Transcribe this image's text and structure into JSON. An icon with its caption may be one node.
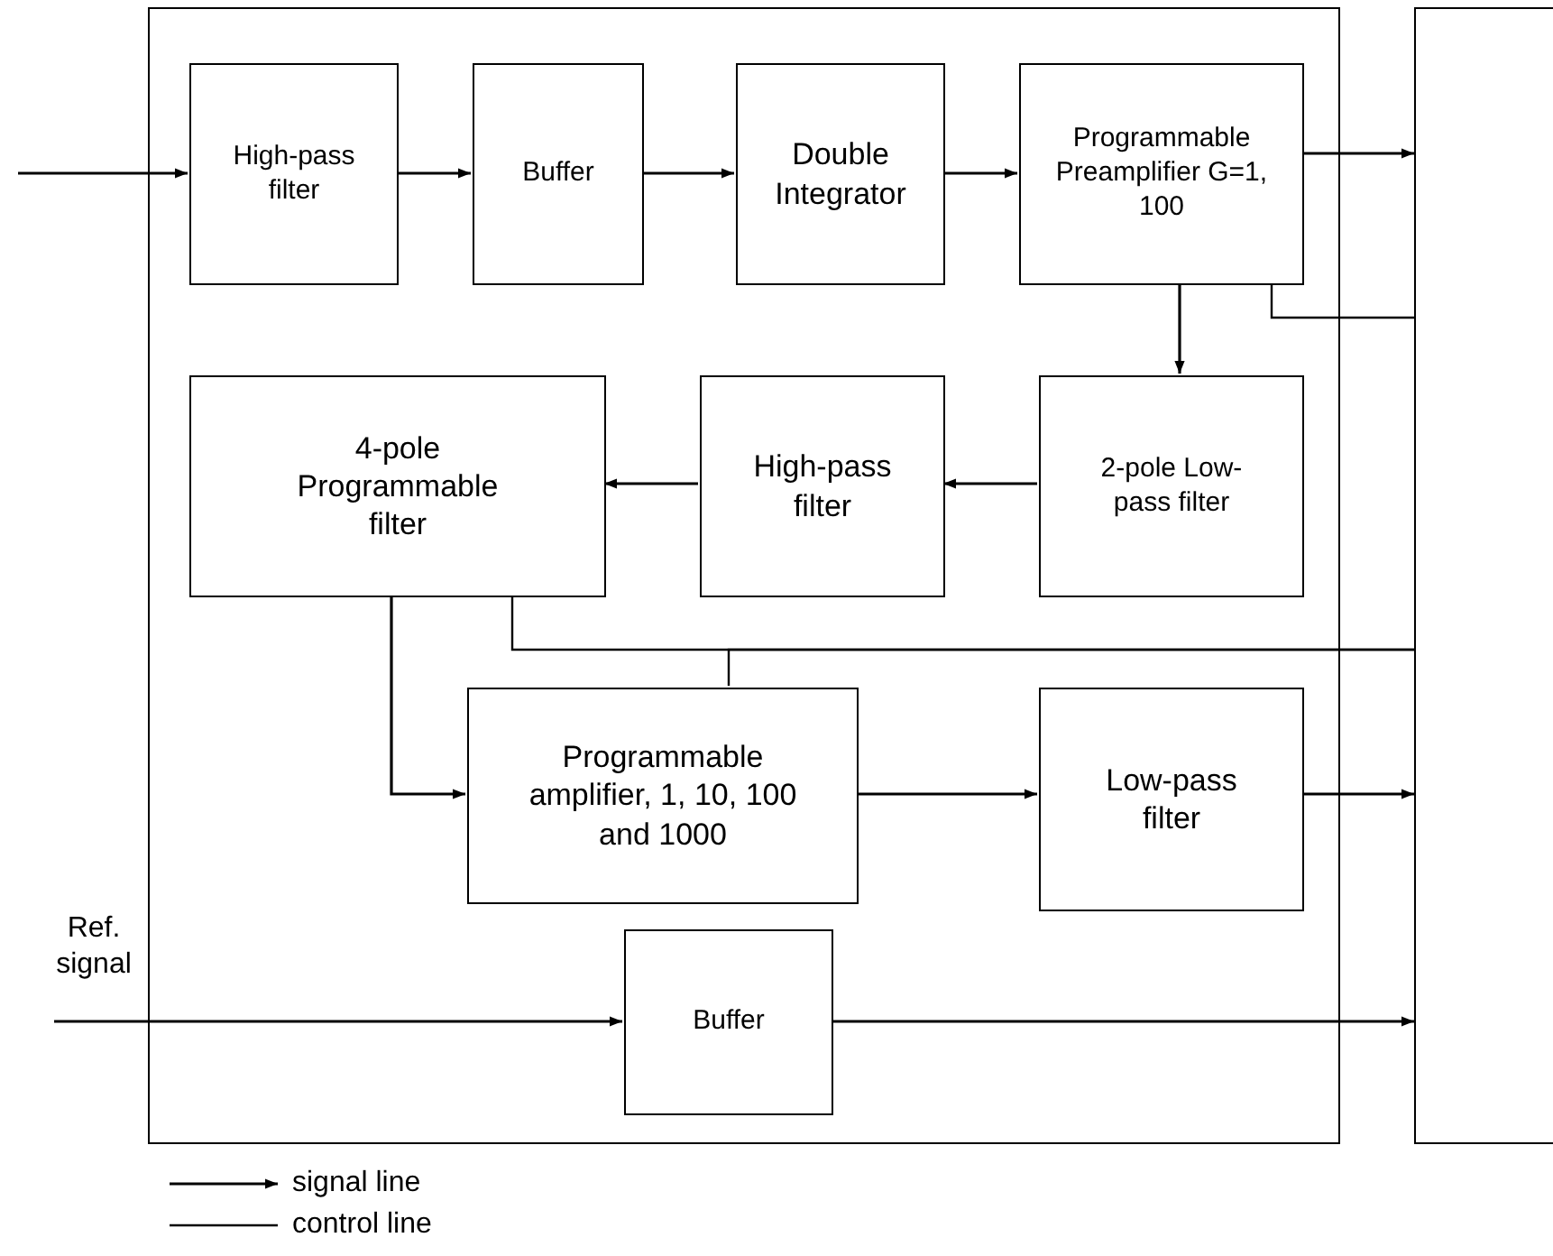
{
  "diagram": {
    "nodes": [
      {
        "text": [],
        "shape": "box"
      },
      {
        "text": [
          "High-pass filter"
        ],
        "in": 0
      },
      {
        "text": [
          "Buffer"
        ],
        "in": 0
      },
      {
        "text": [
          "Double Integrator"
        ],
        "in": 0
      },
      {
        "text": [
          "Programmable Preamplifier G=1, 100"
        ],
        "in": 0
      },
      {
        "text": [
          "4-pole Programmable filter"
        ],
        "in": 0
      },
      {
        "text": [
          "High-pass filter"
        ],
        "in": 0
      },
      {
        "text": [
          "2-pole Low-pass filter"
        ],
        "in": 0
      },
      {
        "text": [
          "Programmable amplifier, 1, 10, 100 and 1000"
        ],
        "in": 0
      },
      {
        "text": [
          "Low-pass filter"
        ],
        "in": 0
      },
      {
        "text": [
          "Buffer"
        ],
        "in": 0
      },
      {
        "text": [],
        "shape": "box"
      }
    ],
    "edges": [
      {
        "from": null,
        "to": 1,
        "arrow": "to"
      },
      {
        "from": 1,
        "to": 2,
        "arrow": "to"
      },
      {
        "from": 2,
        "to": 3,
        "arrow": "to"
      },
      {
        "from": 3,
        "to": 4,
        "arrow": "to"
      },
      {
        "from": 4,
        "to": 11,
        "arrow": "to"
      },
      {
        "from": 4,
        "to": 11,
        "arrow": "none"
      },
      {
        "from": 4,
        "to": 7,
        "arrow": "to"
      },
      {
        "from": 7,
        "to": 6,
        "arrow": "to"
      },
      {
        "from": 6,
        "to": 5,
        "arrow": "to"
      },
      {
        "from": 5,
        "to": 8,
        "arrow": "to"
      },
      {
        "from": 11,
        "to": 5,
        "arrow": "none"
      },
      {
        "from": 11,
        "to": 8,
        "arrow": "none"
      },
      {
        "from": 8,
        "to": 9,
        "arrow": "to"
      },
      {
        "from": 9,
        "to": 11,
        "arrow": "to"
      },
      {
        "from": null,
        "to": 10,
        "arrow": "to"
      },
      {
        "from": 10,
        "to": 11,
        "arrow": "to"
      }
    ],
    "labels": [
      "Ref. signal"
    ],
    "legend": [
      {
        "text": "signal line"
      },
      {
        "text": "control line"
      }
    ]
  }
}
